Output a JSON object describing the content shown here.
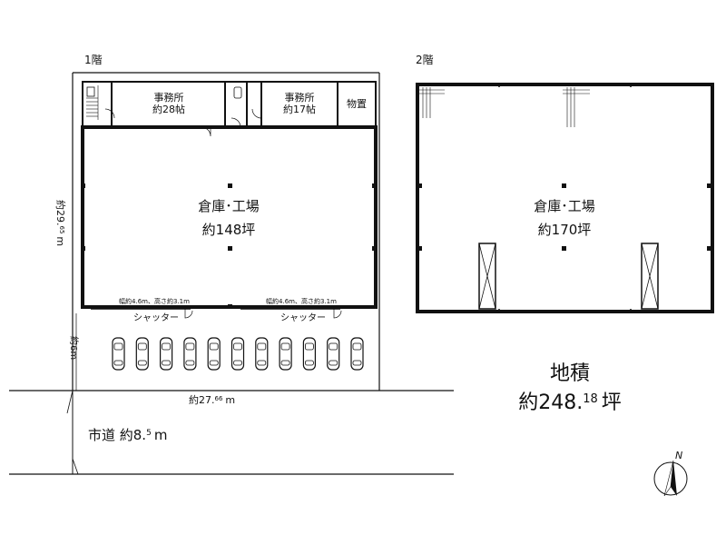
{
  "floor1": {
    "label": "1階",
    "office_a": {
      "name": "事務所",
      "size": "約28帖"
    },
    "office_b": {
      "name": "事務所",
      "size": "約17帖"
    },
    "storage": "物置",
    "warehouse": {
      "name": "倉庫･工場",
      "area": "約148坪"
    },
    "shutters": [
      {
        "spec": "幅約4.6m、高さ約3.1m",
        "label": "シャッター"
      },
      {
        "spec": "幅約4.6m、高さ約3.1m",
        "label": "シャッター"
      }
    ],
    "depth_dim": {
      "main": "約29.",
      "sup": "65",
      "unit": "m"
    },
    "front_dim": "約6m",
    "width_dim": {
      "main": "約27.",
      "sup": "66",
      "unit": "m"
    },
    "parking_count": 11
  },
  "floor2": {
    "label": "2階",
    "warehouse": {
      "name": "倉庫･工場",
      "area": "約170坪"
    }
  },
  "road": {
    "main": "市道 約8.",
    "sup": "5",
    "unit": "m"
  },
  "land": {
    "label": "地積",
    "main": "約248.",
    "sup": "18",
    "unit": "坪"
  },
  "compass": {
    "north": "N"
  }
}
